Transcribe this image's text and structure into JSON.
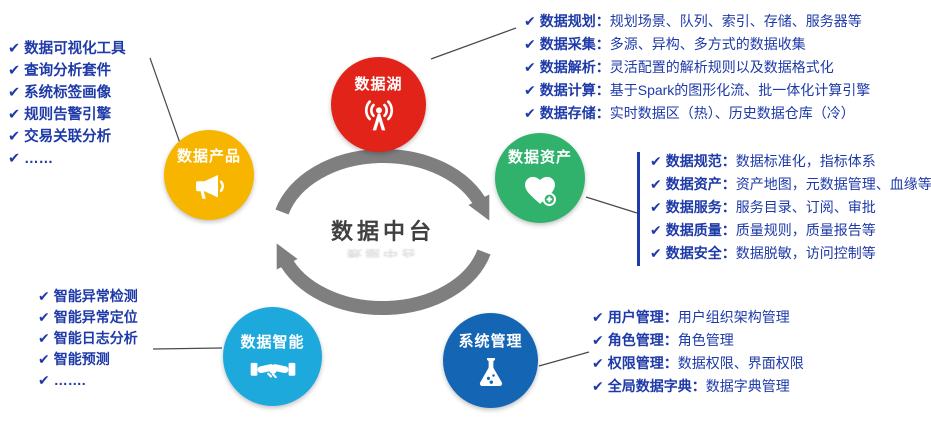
{
  "glyphs": {
    "check": "✔"
  },
  "center": {
    "title": "数据中台"
  },
  "colors": {
    "data_lake": "#E2231A",
    "data_products": "#F7B500",
    "data_assets": "#30B26C",
    "data_intelligence": "#1EA9DC",
    "system_mgmt": "#1465B4",
    "text_blue": "#1E3AA8",
    "ring_gray": "#7F7F7F"
  },
  "nodes": {
    "data_lake": {
      "label": "数据湖"
    },
    "data_products": {
      "label": "数据产品"
    },
    "data_assets": {
      "label": "数据资产"
    },
    "data_intelligence": {
      "label": "数据智能"
    },
    "system_mgmt": {
      "label": "系统管理"
    }
  },
  "lists": {
    "data_lake": [
      {
        "label": "数据规划：",
        "desc": "规划场景、队列、索引、存储、服务器等"
      },
      {
        "label": "数据采集：",
        "desc": "多源、异构、多方式的数据收集"
      },
      {
        "label": "数据解析：",
        "desc": "灵活配置的解析规则以及数据格式化"
      },
      {
        "label": "数据计算：",
        "desc": "基于Spark的图形化流、批一体化计算引擎"
      },
      {
        "label": "数据存储：",
        "desc": "实时数据区（热）、历史数据仓库（冷）"
      }
    ],
    "data_products": [
      "数据可视化工具",
      "查询分析套件",
      "系统标签画像",
      "规则告警引擎",
      "交易关联分析",
      "……"
    ],
    "data_assets": [
      {
        "label": "数据规范：",
        "desc": "数据标准化，指标体系"
      },
      {
        "label": "数据资产：",
        "desc": "资产地图，元数据管理、血缘等"
      },
      {
        "label": "数据服务：",
        "desc": "服务目录、订阅、审批"
      },
      {
        "label": "数据质量：",
        "desc": "质量规则，质量报告等"
      },
      {
        "label": "数据安全：",
        "desc": "数据脱敏，访问控制等"
      }
    ],
    "data_intelligence": [
      "智能异常检测",
      "智能异常定位",
      "智能日志分析",
      "智能预测",
      "……."
    ],
    "system_mgmt": [
      {
        "label": "用户管理：",
        "desc": "用户组织架构管理"
      },
      {
        "label": "角色管理：",
        "desc": "角色管理"
      },
      {
        "label": "权限管理：",
        "desc": "数据权限、界面权限"
      },
      {
        "label": "全局数据字典：",
        "desc": "数据字典管理"
      }
    ]
  }
}
